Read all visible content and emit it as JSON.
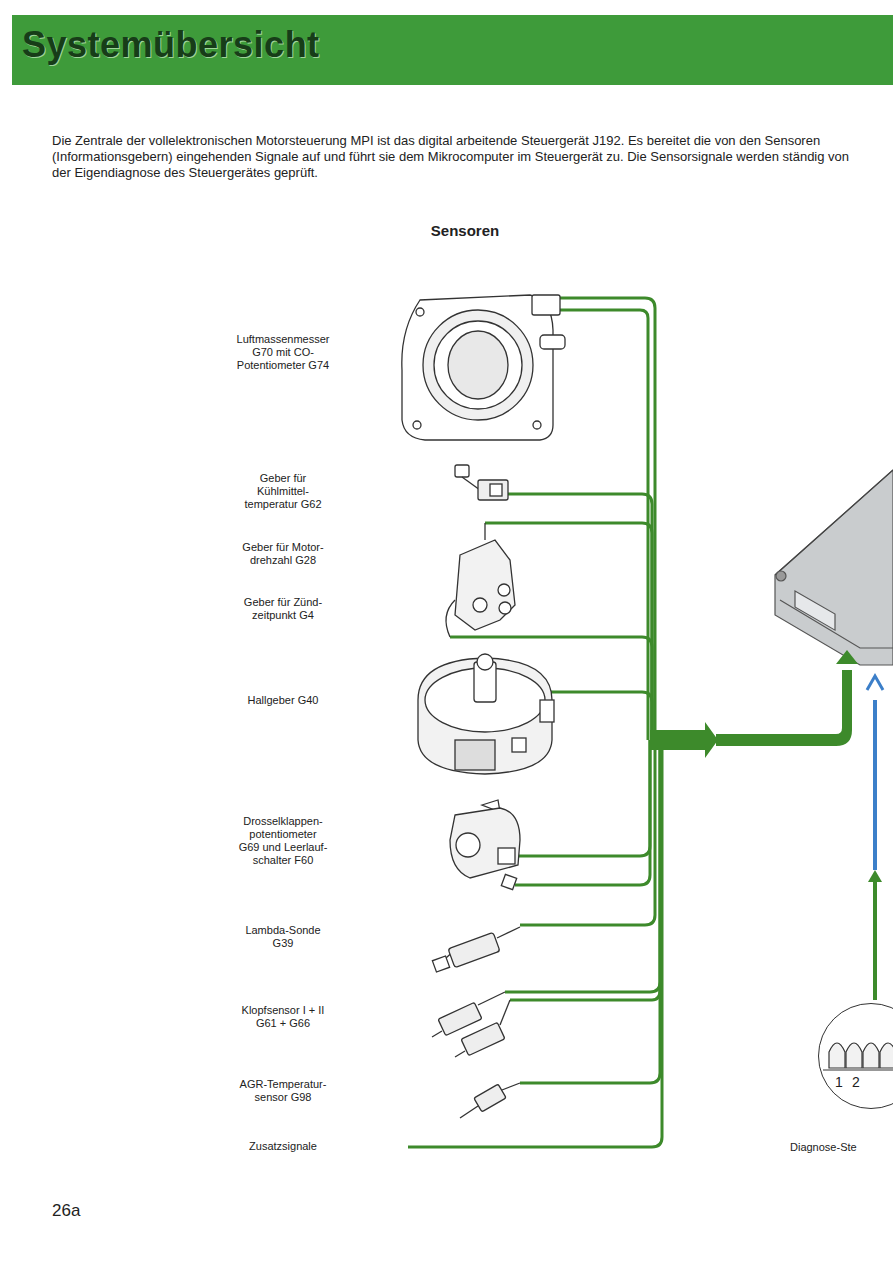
{
  "diagram": {
    "title": "Systemübersicht",
    "nodes": [
      {
        "text": [
          "1",
          "2"
        ]
      }
    ],
    "labels": [
      "Die Zentrale der vollelektronischen Motorsteuerung MPI ist das digital arbeitende Steuergerät J192. Es bereitet die von den Sensoren (Informationsgebern) eingehenden Signale auf und führt sie dem Mikrocomputer im Steuergerät zu. Die Sensorsignale werden ständig von der Eigendiagnose des Steuergerätes geprüft.",
      "Sensoren",
      "Luftmassenmesser G70 mit CO-Potentiometer G74",
      "Geber für Kühlmittel- temperatur G62",
      "Geber für Motor- drehzahl G28",
      "Geber für Zünd- zeitpunkt G4",
      "Hallgeber G40",
      "Drosselklappen- potentiometer G69 und Leerlauf- schalter F60",
      "Lambda-Sonde G39",
      "Klopfsensor I + II G61 + G66",
      "AGR-Temperatur- sensor G98",
      "Zusatzsignale",
      "Diagnose-Ste",
      "26a"
    ]
  }
}
